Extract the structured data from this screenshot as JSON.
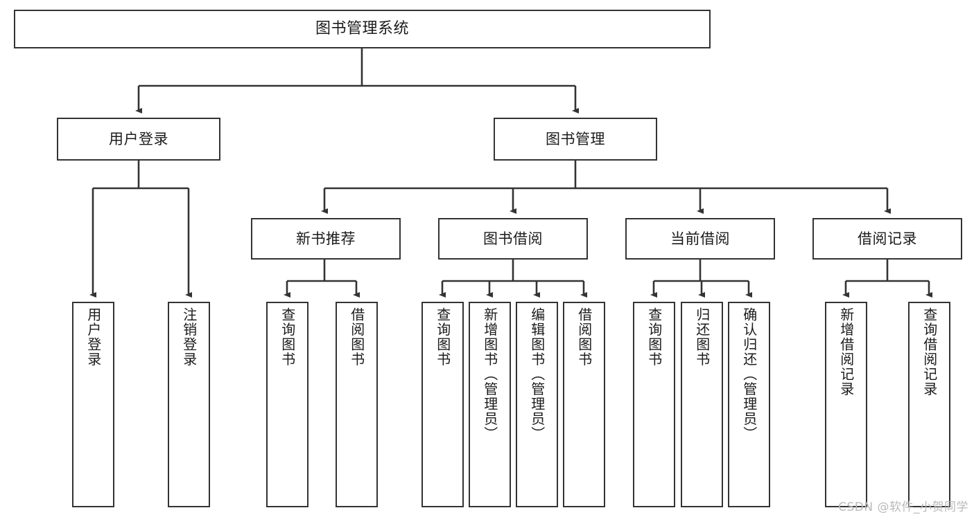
{
  "diagram": {
    "title": "图书管理系统",
    "watermark": "CSDN @软件_小贺同学",
    "edge_color": "#333333",
    "node_border_color": "#333333",
    "node_fill_color": "#ffffff",
    "text_color": "#1b1b1b",
    "levels": {
      "root": "图书管理系统",
      "level2": [
        "用户登录",
        "图书管理"
      ],
      "level3": [
        "新书推荐",
        "图书借阅",
        "当前借阅",
        "借阅记录"
      ]
    },
    "nodes": {
      "root": {
        "label": "图书管理系统"
      },
      "user_login": {
        "label": "用户登录"
      },
      "book_manage": {
        "label": "图书管理"
      },
      "new_book_rec": {
        "label": "新书推荐"
      },
      "book_borrow": {
        "label": "图书借阅"
      },
      "current_borrow": {
        "label": "当前借阅"
      },
      "borrow_record": {
        "label": "借阅记录"
      },
      "leaf_user_login": {
        "label": "用户登录"
      },
      "leaf_user_logout": {
        "label": "注销登录"
      },
      "leaf_query_book_1": {
        "label": "查询图书"
      },
      "leaf_borrow_book_1": {
        "label": "借阅图书"
      },
      "leaf_query_book_2": {
        "label": "查询图书"
      },
      "leaf_add_book_admin": {
        "label": "新增图书（管理员）"
      },
      "leaf_edit_book_admin": {
        "label": "编辑图书（管理员）"
      },
      "leaf_borrow_book_2": {
        "label": "借阅图书"
      },
      "leaf_query_book_3": {
        "label": "查询图书"
      },
      "leaf_return_book": {
        "label": "归还图书"
      },
      "leaf_confirm_return_admin": {
        "label": "确认归还（管理员）"
      },
      "leaf_add_borrow_record": {
        "label": "新增借阅记录"
      },
      "leaf_query_borrow_record": {
        "label": "查询借阅记录"
      }
    }
  }
}
